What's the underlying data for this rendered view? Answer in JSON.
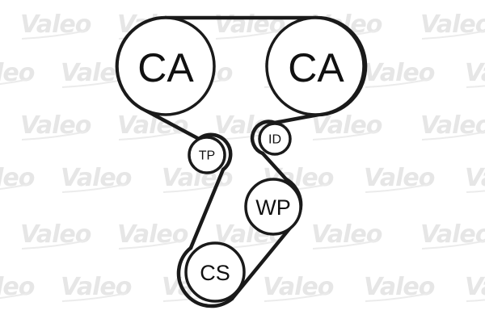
{
  "watermark": {
    "text": "Valeo"
  },
  "components": [
    {
      "id": "ca_left",
      "label": "CA",
      "role": "camshaft pulley"
    },
    {
      "id": "ca_right",
      "label": "CA",
      "role": "camshaft pulley"
    },
    {
      "id": "tp",
      "label": "TP",
      "role": "tensioner pulley"
    },
    {
      "id": "id",
      "label": "ID",
      "role": "idler pulley"
    },
    {
      "id": "wp",
      "label": "WP",
      "role": "water pump pulley"
    },
    {
      "id": "cs",
      "label": "CS",
      "role": "crankshaft pulley"
    }
  ],
  "colors": {
    "line": "#1a1a1a",
    "watermark": "#e6e6e6",
    "background": "#ffffff"
  }
}
